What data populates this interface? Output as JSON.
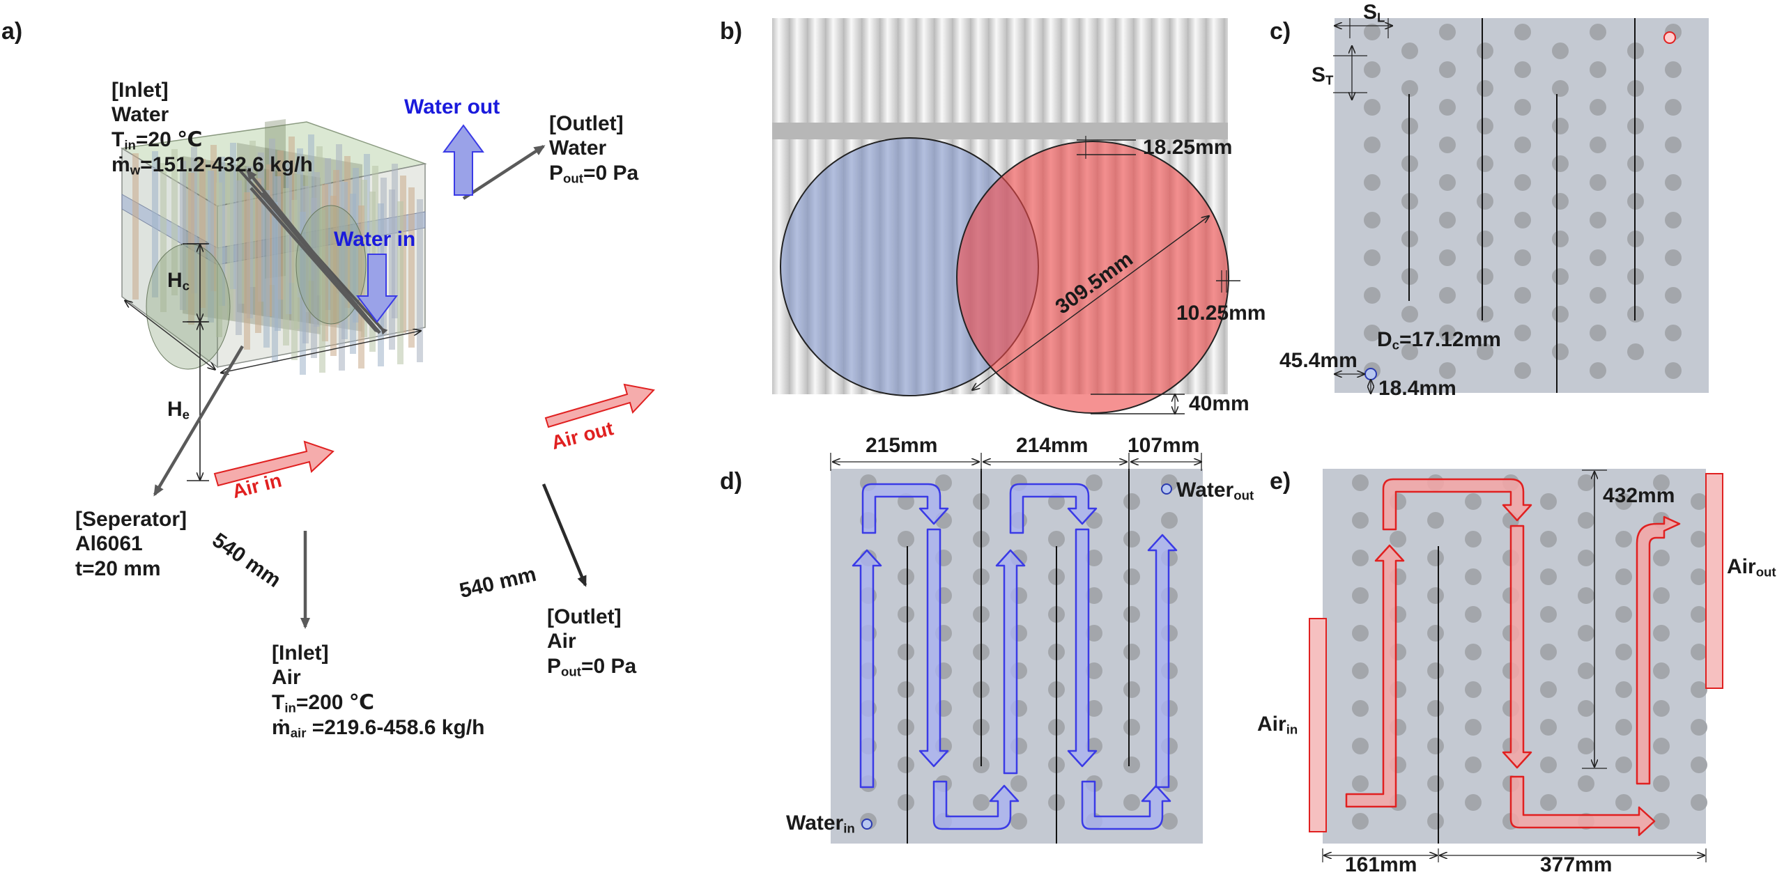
{
  "panels": {
    "a": "a)",
    "b": "b)",
    "c": "c)",
    "d": "d)",
    "e": "e)"
  },
  "panel_a": {
    "inlet_water": {
      "header": "[Inlet]",
      "fluid": "Water",
      "tin_main": "T",
      "tin_sub": "in",
      "tin_val": "=20 ℃",
      "m_main": "ṁ",
      "m_sub": "w",
      "m_val": "=151.2-432.6 kg/h"
    },
    "outlet_water": {
      "header": "[Outlet]",
      "fluid": "Water",
      "p_main": "P",
      "p_sub": "out",
      "p_val": "=0 Pa"
    },
    "water_out": "Water out",
    "water_in": "Water in",
    "hc_main": "H",
    "hc_sub": "c",
    "he_main": "H",
    "he_sub": "e",
    "air_in": "Air in",
    "air_out": "Air out",
    "separator": {
      "header": "[Seperator]",
      "material": "Al6061",
      "thickness": "t=20 mm"
    },
    "dim_depth": "540 mm",
    "dim_width": "540 mm",
    "outlet_air": {
      "header": "[Outlet]",
      "fluid": "Air",
      "p_main": "P",
      "p_sub": "out",
      "p_val": "=0 Pa"
    },
    "inlet_air": {
      "header": "[Inlet]",
      "fluid": "Air",
      "tin_main": "T",
      "tin_sub": "in",
      "tin_val": "=200 ℃",
      "m_main": "ṁ",
      "m_sub": "air",
      "m_val": " =219.6-458.6 kg/h"
    }
  },
  "panel_b": {
    "dim_top": "18.25mm",
    "dim_diameter": "309.5mm",
    "dim_side": "10.25mm",
    "dim_bottom": "40mm"
  },
  "panel_c": {
    "sl_main": "S",
    "sl_sub": "L",
    "st_main": "S",
    "st_sub": "T",
    "dc_main": "D",
    "dc_sub": "c",
    "dc_val": "=17.12mm",
    "dim_left": "45.4mm",
    "dim_bottom": "18.4mm"
  },
  "panel_d": {
    "dim1": "215mm",
    "dim2": "214mm",
    "dim3": "107mm",
    "water_out_main": "Water",
    "water_out_sub": "out",
    "water_in_main": "Water",
    "water_in_sub": "in"
  },
  "panel_e": {
    "dim_height": "432mm",
    "air_out_main": "Air",
    "air_out_sub": "out",
    "air_in_main": "Air",
    "air_in_sub": "in",
    "dim_left": "161mm",
    "dim_right": "377mm"
  },
  "colors": {
    "water": "#3a3ae6",
    "air": "#ee2a2a",
    "plate": "#c3c8d1",
    "tube_hole": "#a3a6ab"
  }
}
